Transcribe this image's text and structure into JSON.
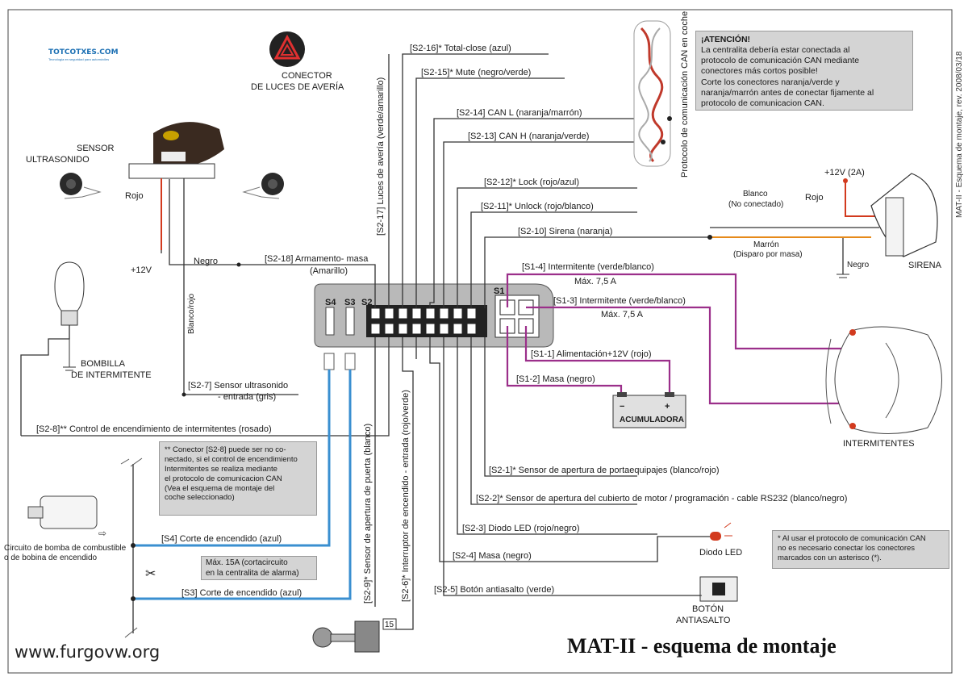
{
  "title": "MAT-II - esquema de montaje",
  "side_revision": "MAT-II - Esquema de montaje, rev. 2008/03/18",
  "footer_url": "www.furgovw.org",
  "logo": {
    "text": "TOTCOTXES.COM",
    "sub": "Tecnología en seguridad para automóviles"
  },
  "attention": {
    "title": "¡ATENCIÓN!",
    "lines": [
      "La centralita debería estar conectada al",
      "protocolo de comunicación CAN mediante",
      "conectores más cortos posible!",
      "Corte los conectores naranja/verde y",
      "naranja/marrón antes de conectar fijamente al",
      "protocolo de comunicacion CAN."
    ]
  },
  "note_s28": {
    "lines": [
      "** Conector [S2-8] puede ser no co-",
      "nectado, si el control de encendimiento",
      "Intermitentes se realiza mediante",
      "el protocolo de comunicacion CAN",
      "(Vea el esquema de montaje del",
      "coche seleccionado)"
    ]
  },
  "note_fuse": {
    "lines": [
      "Máx. 15A (cortacircuito",
      "en la centralita de alarma)"
    ]
  },
  "note_can": {
    "lines": [
      "* Al usar el protocolo de comunicación CAN",
      "no es necesario conectar los conectores",
      "marcados con un asterisco (*)."
    ]
  },
  "components": {
    "hazard_connector": [
      "CONECTOR",
      "DE LUCES DE AVERÍA"
    ],
    "sensor": [
      "SENSOR",
      "ULTRASONIDO"
    ],
    "bulb": [
      "BOMBILLA",
      "DE INTERMITENTE"
    ],
    "battery": "ACUMULADORA",
    "battery_minus": "−",
    "battery_plus": "+",
    "siren": "SIRENA",
    "blinkers": "INTERMITENTES",
    "led": "Diodo LED",
    "button": [
      "BOTÓN",
      "ANTIASALTO"
    ],
    "pump": [
      "Circuito de bomba de combustible",
      "o de bobina de encendido"
    ],
    "can_vertical": "Protocolo de comunicación CAN en coche",
    "ignition_tag": "15"
  },
  "module": {
    "labels": [
      "S4",
      "S3",
      "S2",
      "S1"
    ]
  },
  "wires": {
    "s2_16": "[S2-16]* Total-close (azul)",
    "s2_15": "[S2-15]* Mute (negro/verde)",
    "s2_14": "[S2-14] CAN L (naranja/marrón)",
    "s2_13": "[S2-13] CAN H (naranja/verde)",
    "s2_12": "[S2-12]* Lock (rojo/azul)",
    "s2_11": "[S2-11]* Unlock (rojo/blanco)",
    "s2_10": "[S2-10] Sirena (naranja)",
    "s1_4": "[S1-4] Intermitente (verde/blanco)",
    "s1_4_max": "Máx. 7,5 A",
    "s1_3": "[S1-3] Intermitente (verde/blanco)",
    "s1_3_max": "Máx. 7,5 A",
    "s1_1": "[S1-1] Alimentación+12V (rojo)",
    "s1_2": "[S1-2] Masa (negro)",
    "s2_18": "[S2-18] Armamento- masa",
    "s2_18_color": "(Amarillo)",
    "s2_17": "[S2-17] Luces de avería (verde/amarillo)",
    "s2_7": "[S2-7] Sensor ultrasonido",
    "s2_7_sub": "- entrada (gris)",
    "s2_8": "[S2-8]** Control de encendimiento de intermitentes (rosado)",
    "s2_9": "[S2-9]* Sensor de apertura de puerta (blanco)",
    "s2_6": "[S2-6]* Interruptor de encendido - entrada (rojo/verde)",
    "s2_1": "[S2-1]* Sensor de apertura de portaequipajes (blanco/rojo)",
    "s2_2": "[S2-2]* Sensor de apertura del cubierto de motor / programación - cable RS232 (blanco/negro)",
    "s2_3": "[S2-3] Diodo LED (rojo/negro)",
    "s2_4": "[S2-4] Masa (negro)",
    "s2_5": "[S2-5] Botón antiasalto (verde)",
    "s4": "[S4] Corte de encendido (azul)",
    "s3": "[S3] Corte de encendido (azul)",
    "rojo": "Rojo",
    "plus12": "+12V",
    "negro": "Negro",
    "blanco_rojo": "Blanco/rojo",
    "siren_12v": "+12V (2A)",
    "siren_rojo": "Rojo",
    "siren_blanco": "Blanco",
    "siren_noconn": "(No conectado)",
    "siren_marron": "Marrón",
    "siren_disparo": "(Disparo por masa)",
    "siren_negro": "Negro"
  },
  "colors": {
    "blue_wire": "#3a8fd0",
    "magenta_wire": "#9b2f8a",
    "red_wire": "#d23a1e",
    "orange_wire": "#e68a1a",
    "note_bg": "#d4d4d4"
  }
}
